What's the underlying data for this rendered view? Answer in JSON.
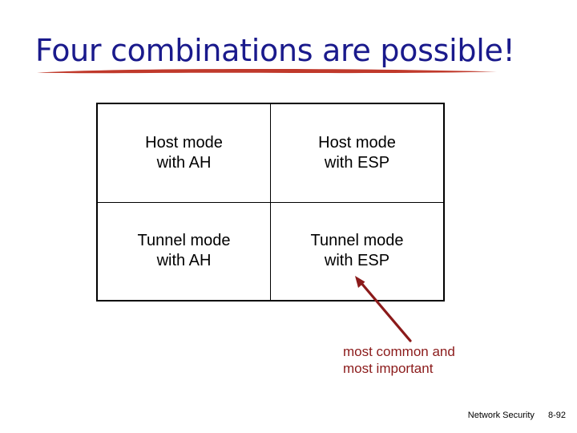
{
  "slide": {
    "title": "Four combinations are possible!",
    "title_color": "#1a1a8c",
    "underline_color": "#C0392B",
    "background": "#ffffff"
  },
  "table": {
    "rows": [
      {
        "cells": [
          {
            "line1": "Host mode",
            "line2": "with AH"
          },
          {
            "line1": "Host mode",
            "line2": "with ESP"
          }
        ]
      },
      {
        "cells": [
          {
            "line1": "Tunnel mode",
            "line2": "with AH"
          },
          {
            "line1": "Tunnel mode",
            "line2": "with ESP"
          }
        ]
      }
    ],
    "border_color": "#000000",
    "text_color": "#000000"
  },
  "callout": {
    "arrow_color": "#8B1A1A",
    "arrow_icon": "arrow-up-left-icon",
    "caption_line1": "most common and",
    "caption_line2": "most important",
    "caption_color": "#8B1A1A"
  },
  "footer": {
    "course": "Network Security",
    "page": "8-92"
  }
}
